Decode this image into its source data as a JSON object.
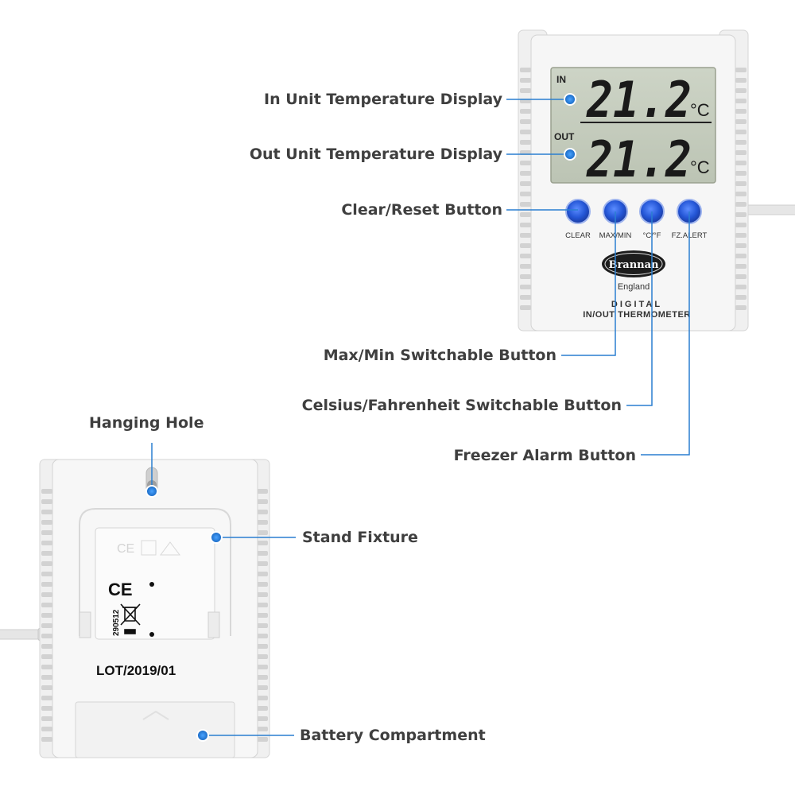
{
  "callouts": {
    "in_display": "In Unit Temperature Display",
    "out_display": "Out Unit Temperature Display",
    "clear_button": "Clear/Reset Button",
    "maxmin_button": "Max/Min Switchable Button",
    "cf_button": "Celsius/Fahrenheit Switchable Button",
    "freezer_button": "Freezer Alarm Button",
    "hanging_hole": "Hanging Hole",
    "stand_fixture": "Stand Fixture",
    "battery": "Battery Compartment"
  },
  "device": {
    "in_label": "IN",
    "out_label": "OUT",
    "in_reading": "21.2",
    "out_reading": "21.2",
    "unit": "°C",
    "buttons": [
      "CLEAR",
      "MAX/MIN",
      "°C/°F",
      "FZ.ALERT"
    ],
    "brand": "Brannan",
    "origin": "England",
    "product_line1": "DIGITAL",
    "product_line2": "IN/OUT THERMOMETER"
  },
  "back": {
    "ce_mark": "CE",
    "code": "290512",
    "lot": "LOT/2019/01"
  },
  "colors": {
    "accent": "#1e88e5",
    "line": "#2a7fd0",
    "label": "#3f3f3f",
    "lcd": "#c4ccbd",
    "button": "#2456d6"
  }
}
